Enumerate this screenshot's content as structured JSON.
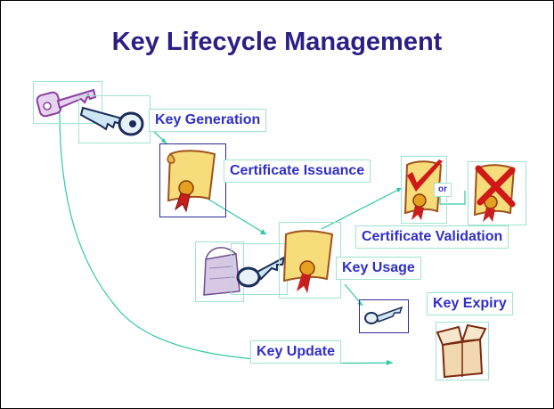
{
  "title": "Key Lifecycle Management",
  "labels": {
    "key_generation": "Key Generation",
    "certificate_issuance": "Certificate Issuance",
    "or": "or",
    "certificate_validation": "Certificate Validation",
    "key_usage": "Key Usage",
    "key_expiry": "Key Expiry",
    "key_update": "Key Update"
  },
  "colors": {
    "title": "#2b1f86",
    "label_text": "#2f2fc8",
    "connector": "#2ec9a6",
    "frame": "#9fe3cf"
  },
  "icons": [
    "key-outline-icon",
    "key-icon",
    "certificate-icon",
    "checkmark-icon",
    "x-mark-icon",
    "open-bag-icon",
    "box-open-icon"
  ]
}
